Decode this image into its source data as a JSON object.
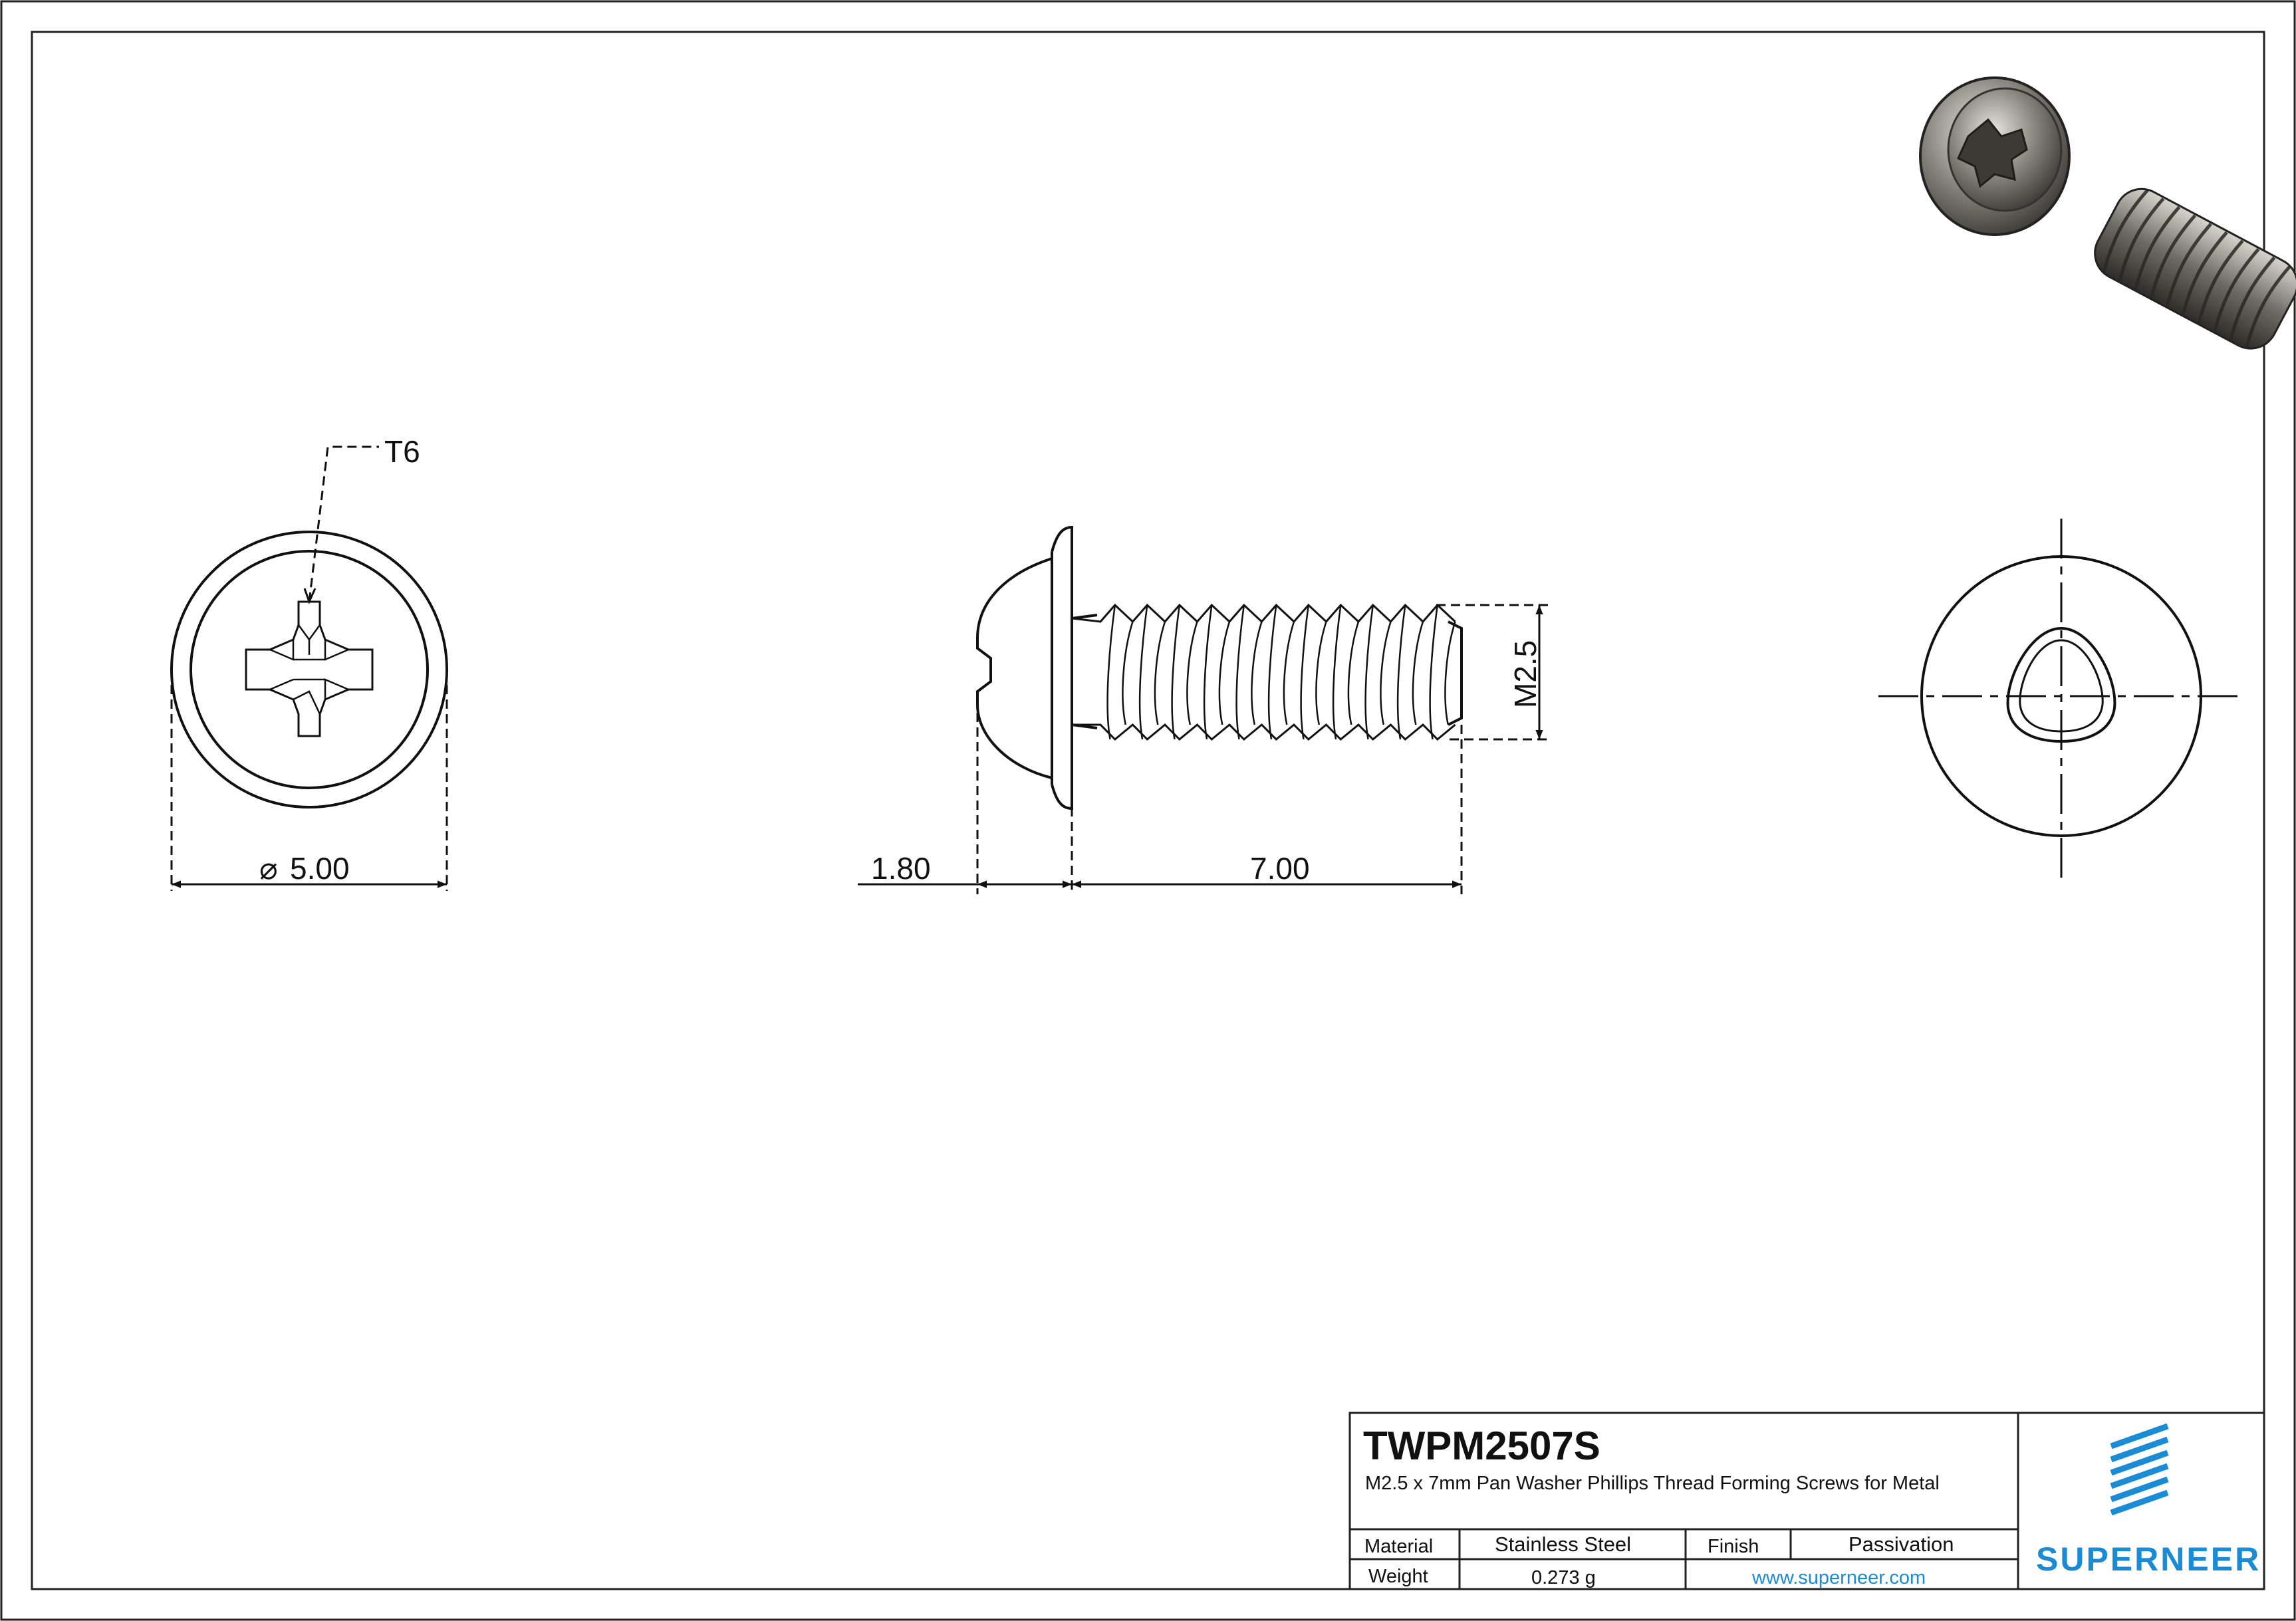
{
  "views": {
    "front": {
      "drive_label": "T6",
      "diameter_symbol": "⌀",
      "diameter_value": "5.00"
    },
    "side": {
      "head_height": "1.80",
      "length": "7.00",
      "thread": "M2.5"
    }
  },
  "title_block": {
    "part_number": "TWPM2507S",
    "description": "M2.5 x 7mm Pan Washer Phillips Thread Forming Screws for Metal",
    "material_label": "Material",
    "material_value": "Stainless Steel",
    "finish_label": "Finish",
    "finish_value": "Passivation",
    "weight_label": "Weight",
    "weight_value": "0.273 g",
    "website": "www.superneer.com",
    "brand": "SUPERNEER",
    "brand_color": "#1b8bd6"
  },
  "icons": [
    "screw-3d-render-icon",
    "superneer-logo-icon"
  ]
}
